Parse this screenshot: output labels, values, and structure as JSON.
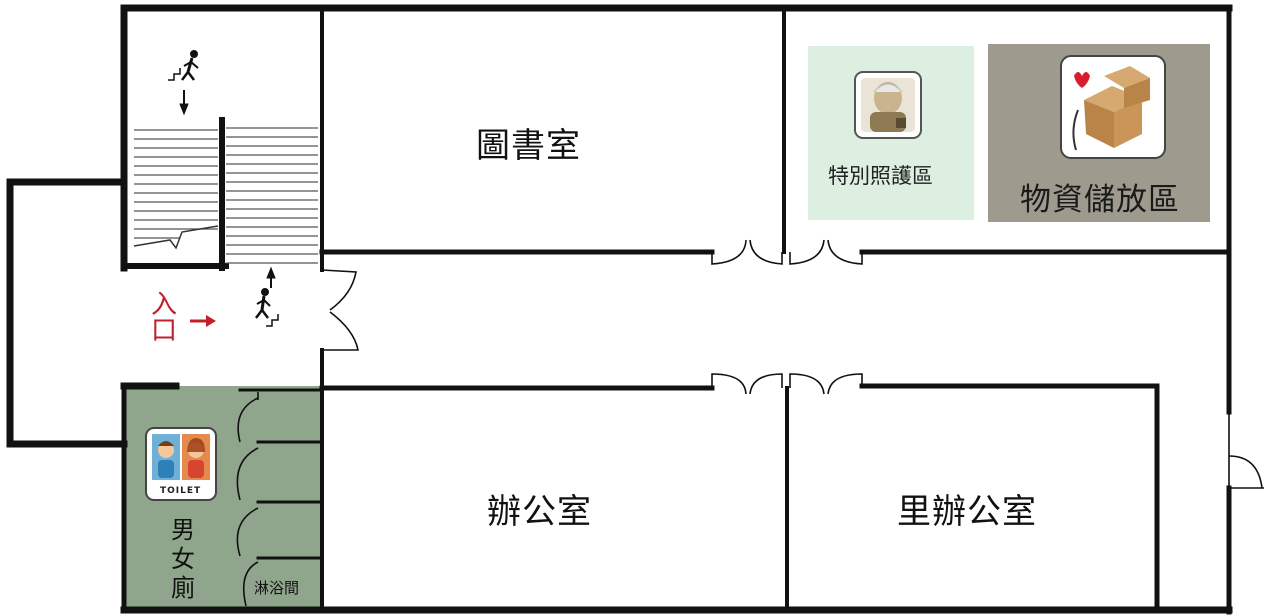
{
  "rooms": {
    "library": "圖書室",
    "special_care": "特別照護區",
    "storage": "物資儲放區",
    "office": "辦公室",
    "village_office": "里辦公室",
    "restroom": [
      "男",
      "女",
      "廁"
    ],
    "shower": "淋浴間",
    "entrance": [
      "入",
      "口"
    ]
  },
  "icons": {
    "toilet_sign": "TOILET"
  },
  "colors": {
    "wall": "#111111",
    "restroom_fill": "#8fa68c",
    "special_care_fill": "#dcefe0",
    "storage_fill": "#9f9a8e",
    "entrance_red": "#c0202a"
  }
}
